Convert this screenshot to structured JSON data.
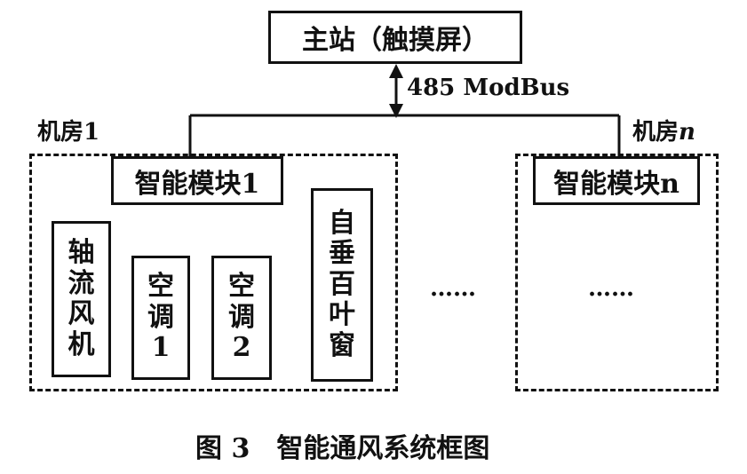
{
  "master_station": "主站（触摸屏）",
  "bus_label": "485 ModBus",
  "room1_label": "机房1",
  "roomn_label_prefix": "机房",
  "roomn_label_suffix": "n",
  "module1": "智能模块1",
  "modulen": "智能模块n",
  "devices": [
    {
      "chars": [
        "轴",
        "流",
        "风",
        "机"
      ]
    },
    {
      "chars": [
        "空",
        "调",
        "1"
      ]
    },
    {
      "chars": [
        "空",
        "调",
        "2"
      ]
    },
    {
      "chars": [
        "自",
        "垂",
        "百",
        "叶",
        "窗"
      ]
    }
  ],
  "ellipsis_middle": "……",
  "ellipsis_room_n": "……",
  "caption": "图 3　智能通风系统框图"
}
